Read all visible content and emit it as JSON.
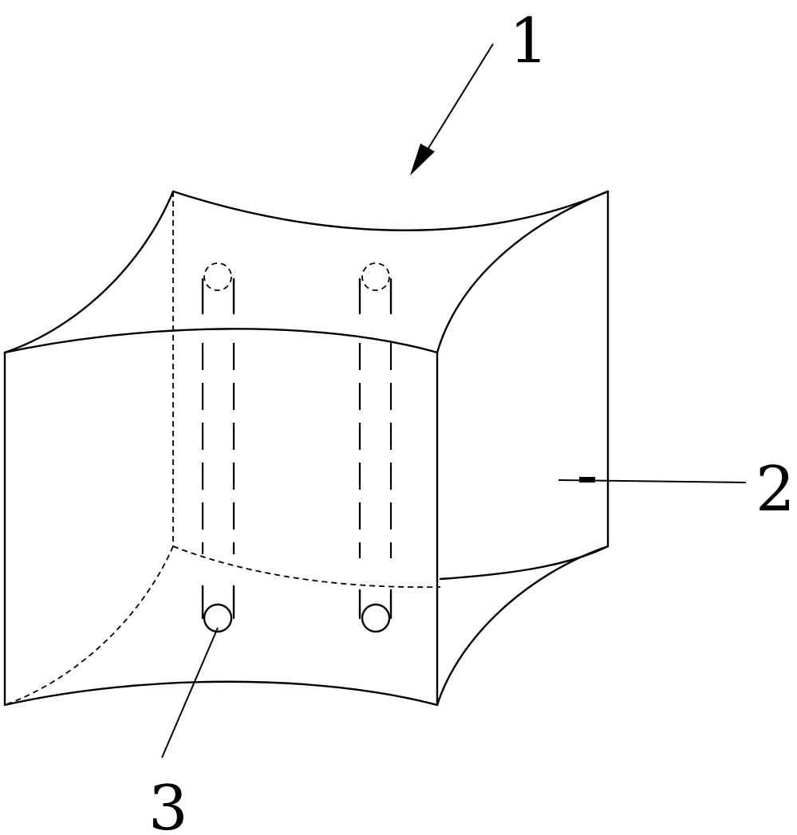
{
  "figure": {
    "labels": {
      "part_1": "1",
      "part_2": "2",
      "part_3": "3"
    },
    "colors": {
      "line": "#000000",
      "background": "#ffffff"
    }
  }
}
